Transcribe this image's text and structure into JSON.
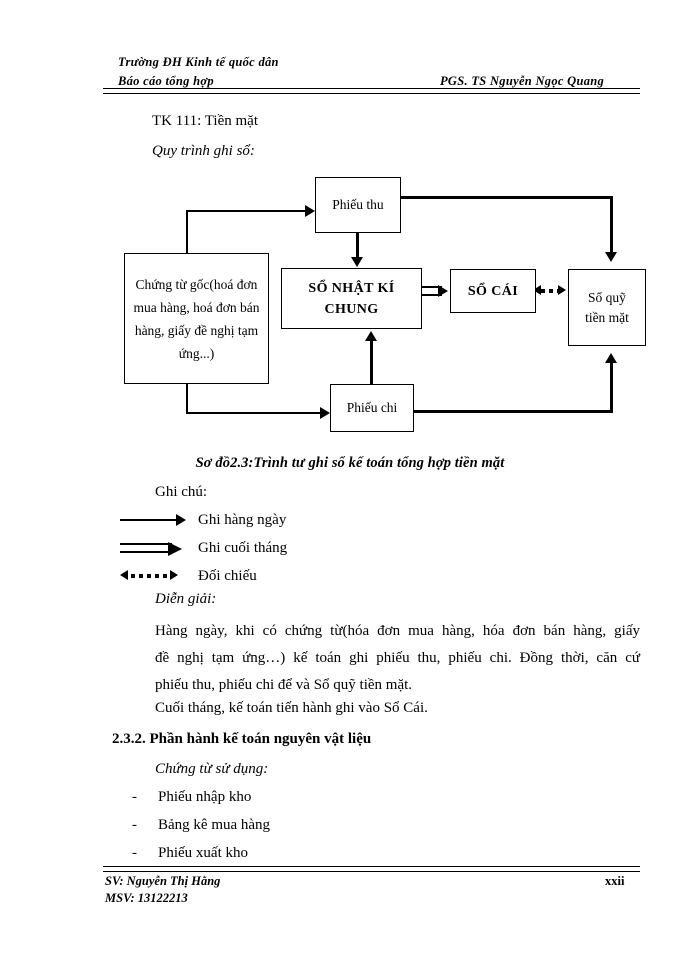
{
  "header": {
    "line1": "Trường ĐH Kinh tế quốc dân",
    "line2": "Báo cáo tổng hợp",
    "author": "PGS. TS Nguyễn Ngọc Quang"
  },
  "footer": {
    "student": "SV: Nguyễn Thị Hằng",
    "student_id": "MSV: 13122213",
    "page_number": "xxii"
  },
  "body": {
    "account_line": "TK 111: Tiền mặt",
    "process_label": "Quy trình ghi sổ:",
    "legend_title": "Ghi chú:",
    "explain_label": "Diễn giải:",
    "paragraph_line1": "Hàng ngày, khi có chứng từ(hóa đơn mua hàng, hóa đơn bán hàng, giấy",
    "paragraph_line2": "đề nghị tạm ứng…) kế toán ghi phiếu thu, phiếu chi. Đồng thời, căn cứ",
    "paragraph_line3": "phiếu thu, phiếu chi để và Sổ quỹ tiền mặt.",
    "closing_line": "Cuối tháng, kế toán tiến hành ghi vào Sổ Cái.",
    "section_heading": "2.3.2. Phần hành kế toán nguyên vật liệu",
    "documents_label": "Chứng từ sử dụng:",
    "documents": [
      {
        "marker": "-",
        "text": "Phiếu nhập kho"
      },
      {
        "marker": "-",
        "text": "Bảng kê mua hàng"
      },
      {
        "marker": "-",
        "text": "Phiếu xuất kho"
      }
    ]
  },
  "diagram": {
    "caption": "Sơ đồ2.3:Trình tư ghi sổ kế toán tổng hợp tiền mặt",
    "nodes": {
      "source": "Chứng từ gốc(hoá đơn mua hàng, hoá đơn bán hàng, giấy đề nghị tạm ứng...)",
      "receipt_voucher": "Phiếu thu",
      "general_journal_line1": "SỔ NHẬT KÍ",
      "general_journal_line2": "CHUNG",
      "ledger": "SỔ CÁI",
      "cash_book_line1": "Sổ quỹ",
      "cash_book_line2": "tiền mặt",
      "payment_voucher": "Phiếu chi"
    }
  },
  "legend": {
    "items": [
      {
        "style": "thin-arrow",
        "label": "Ghi hàng ngày"
      },
      {
        "style": "double-arrow",
        "label": "Ghi cuối tháng"
      },
      {
        "style": "dotted-double-headed-arrow",
        "label": "Đối chiếu"
      }
    ]
  },
  "colors": {
    "ink": "#000000",
    "paper": "#ffffff"
  }
}
